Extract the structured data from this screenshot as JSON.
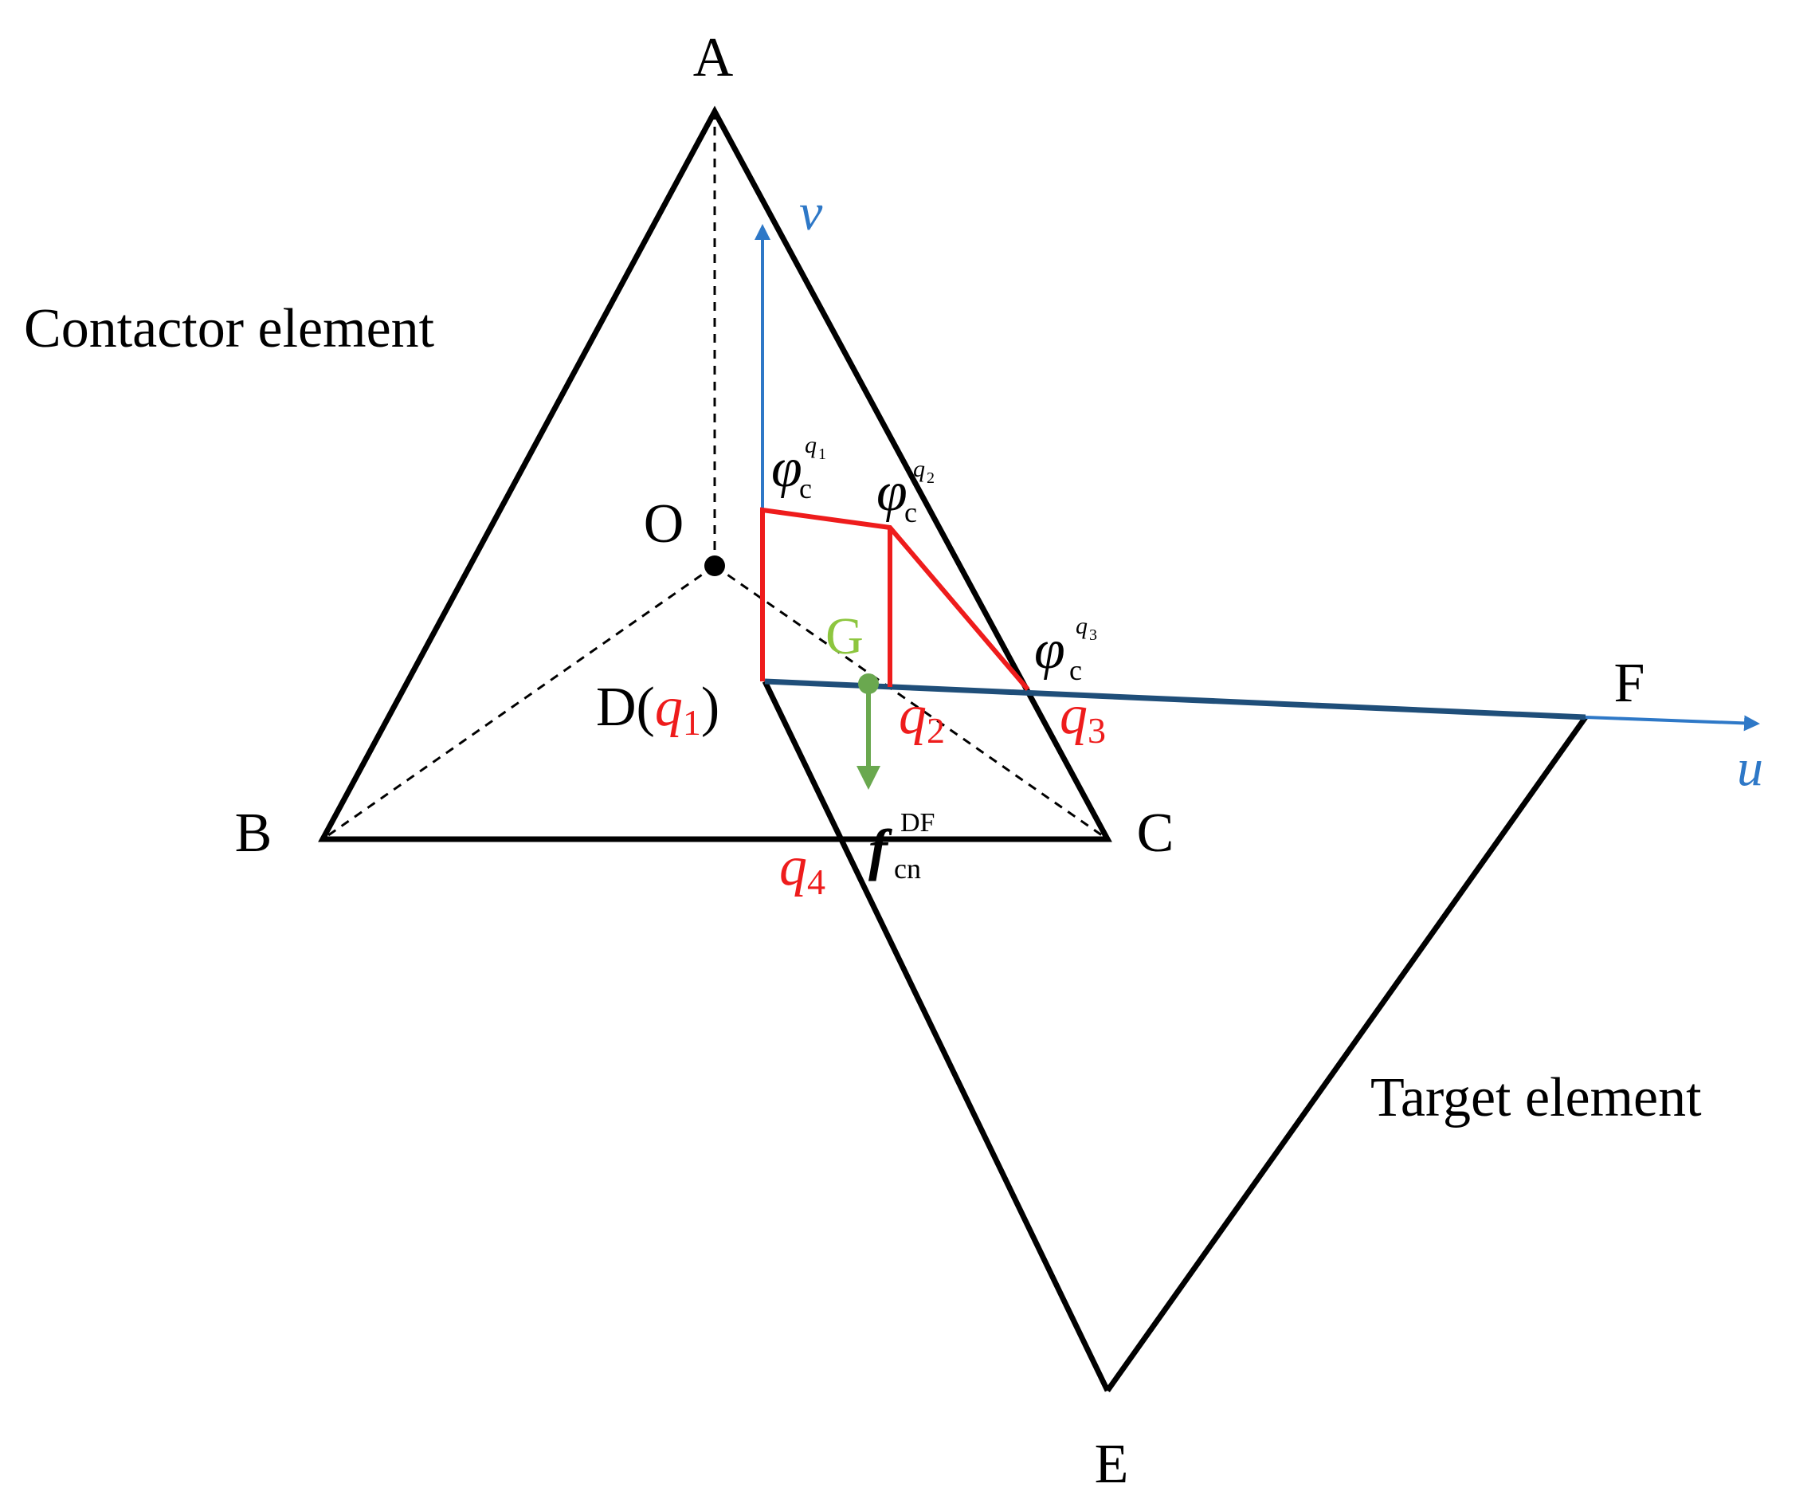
{
  "labels": {
    "contactor": "Contactor element",
    "target": "Target element",
    "A": "A",
    "B": "B",
    "C": "C",
    "E": "E",
    "F": "F",
    "O": "O",
    "D_prefix": "D(",
    "D_suffix": ")",
    "G": "G"
  },
  "axes": {
    "u": "u",
    "v": "v"
  },
  "points": [
    {
      "letter": "q",
      "index": "1"
    },
    {
      "letter": "q",
      "index": "2"
    },
    {
      "letter": "q",
      "index": "3"
    },
    {
      "letter": "q",
      "index": "4"
    }
  ],
  "potentials": [
    {
      "symbol": "φ",
      "sub": "c",
      "sup_letter": "q",
      "sup_index": "1"
    },
    {
      "symbol": "φ",
      "sub": "c",
      "sup_letter": "q",
      "sup_index": "2"
    },
    {
      "symbol": "φ",
      "sub": "c",
      "sup_letter": "q",
      "sup_index": "3"
    }
  ],
  "force": {
    "symbol": "f",
    "sub": "cn",
    "sup": "DF"
  },
  "colors": {
    "outline": "#000000",
    "potential": "#ee1c1c",
    "axis": "#2e78c7",
    "force": "#6aa84f",
    "centroid": "#8dc63f"
  }
}
